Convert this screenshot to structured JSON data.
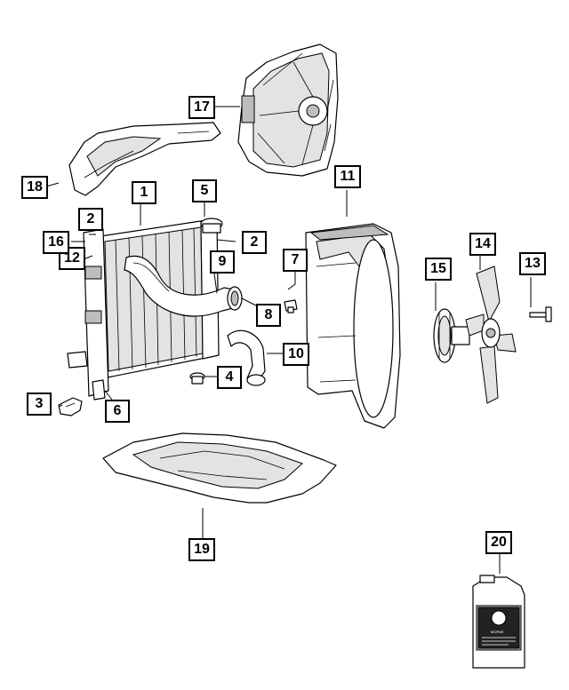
{
  "callouts": [
    {
      "id": "1",
      "label": "1"
    },
    {
      "id": "2a",
      "label": "2"
    },
    {
      "id": "2b",
      "label": "2"
    },
    {
      "id": "3",
      "label": "3"
    },
    {
      "id": "4",
      "label": "4"
    },
    {
      "id": "5",
      "label": "5"
    },
    {
      "id": "6",
      "label": "6"
    },
    {
      "id": "7",
      "label": "7"
    },
    {
      "id": "8",
      "label": "8"
    },
    {
      "id": "9",
      "label": "9"
    },
    {
      "id": "10",
      "label": "10"
    },
    {
      "id": "11",
      "label": "11"
    },
    {
      "id": "12",
      "label": "12"
    },
    {
      "id": "13",
      "label": "13"
    },
    {
      "id": "14",
      "label": "14"
    },
    {
      "id": "15",
      "label": "15"
    },
    {
      "id": "16",
      "label": "16"
    },
    {
      "id": "17",
      "label": "17"
    },
    {
      "id": "18",
      "label": "18"
    },
    {
      "id": "19",
      "label": "19"
    },
    {
      "id": "20",
      "label": "20"
    }
  ],
  "jug_brand": "MOPAR"
}
